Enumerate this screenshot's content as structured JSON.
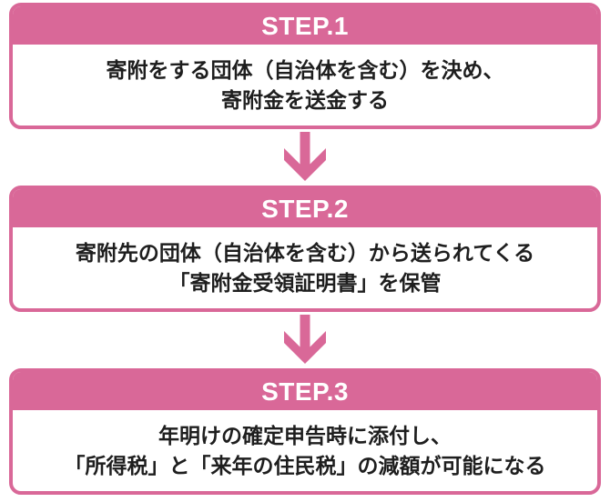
{
  "colors": {
    "accent_pink": "#d96898",
    "step_label_text": "#ffffff",
    "body_text": "#1e1e1e",
    "background": "#ffffff"
  },
  "icons": {
    "step_connector": "down-arrow-icon"
  },
  "steps": [
    {
      "label": "STEP.1",
      "lines": [
        "寄附をする団体（自治体を含む）を決め、",
        "寄附金を送金する"
      ]
    },
    {
      "label": "STEP.2",
      "lines": [
        "寄附先の団体（自治体を含む）から送られてくる",
        "「寄附金受領証明書」を保管"
      ]
    },
    {
      "label": "STEP.3",
      "lines": [
        "年明けの確定申告時に添付し、",
        "「所得税」と「来年の住民税」の減額が可能になる"
      ]
    }
  ]
}
